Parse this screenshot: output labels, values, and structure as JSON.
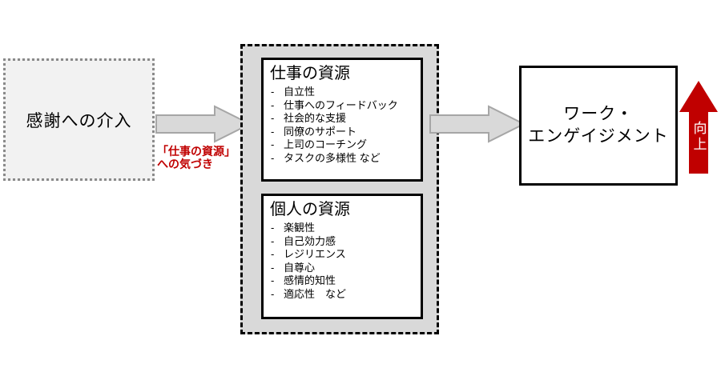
{
  "diagram": {
    "bullet": "-",
    "colors": {
      "red": "#c00000",
      "arrow_fill": "#d9d9d9",
      "arrow_stroke": "#a6a6a6",
      "panel_bg": "#d9d9d9",
      "intervention_bg": "#f2f2f2"
    },
    "intervention_box": {
      "label": "感謝への介入"
    },
    "awareness_note": {
      "line1": "「仕事の資源」",
      "line2": "への気づき"
    },
    "job_resources": {
      "title": "仕事の資源",
      "items": [
        "自立性",
        "仕事へのフィードバック",
        "社会的な支援",
        "同僚のサポート",
        "上司のコーチング",
        "タスクの多様性 など"
      ]
    },
    "personal_resources": {
      "title": "個人の資源",
      "items": [
        "楽観性",
        "自己効力感",
        "レジリエンス",
        "自尊心",
        "感情的知性",
        "適応性　など"
      ]
    },
    "outcome_box": {
      "line1": "ワーク・",
      "line2": "エンゲイジメント"
    },
    "up_arrow": {
      "label": "向上"
    }
  }
}
